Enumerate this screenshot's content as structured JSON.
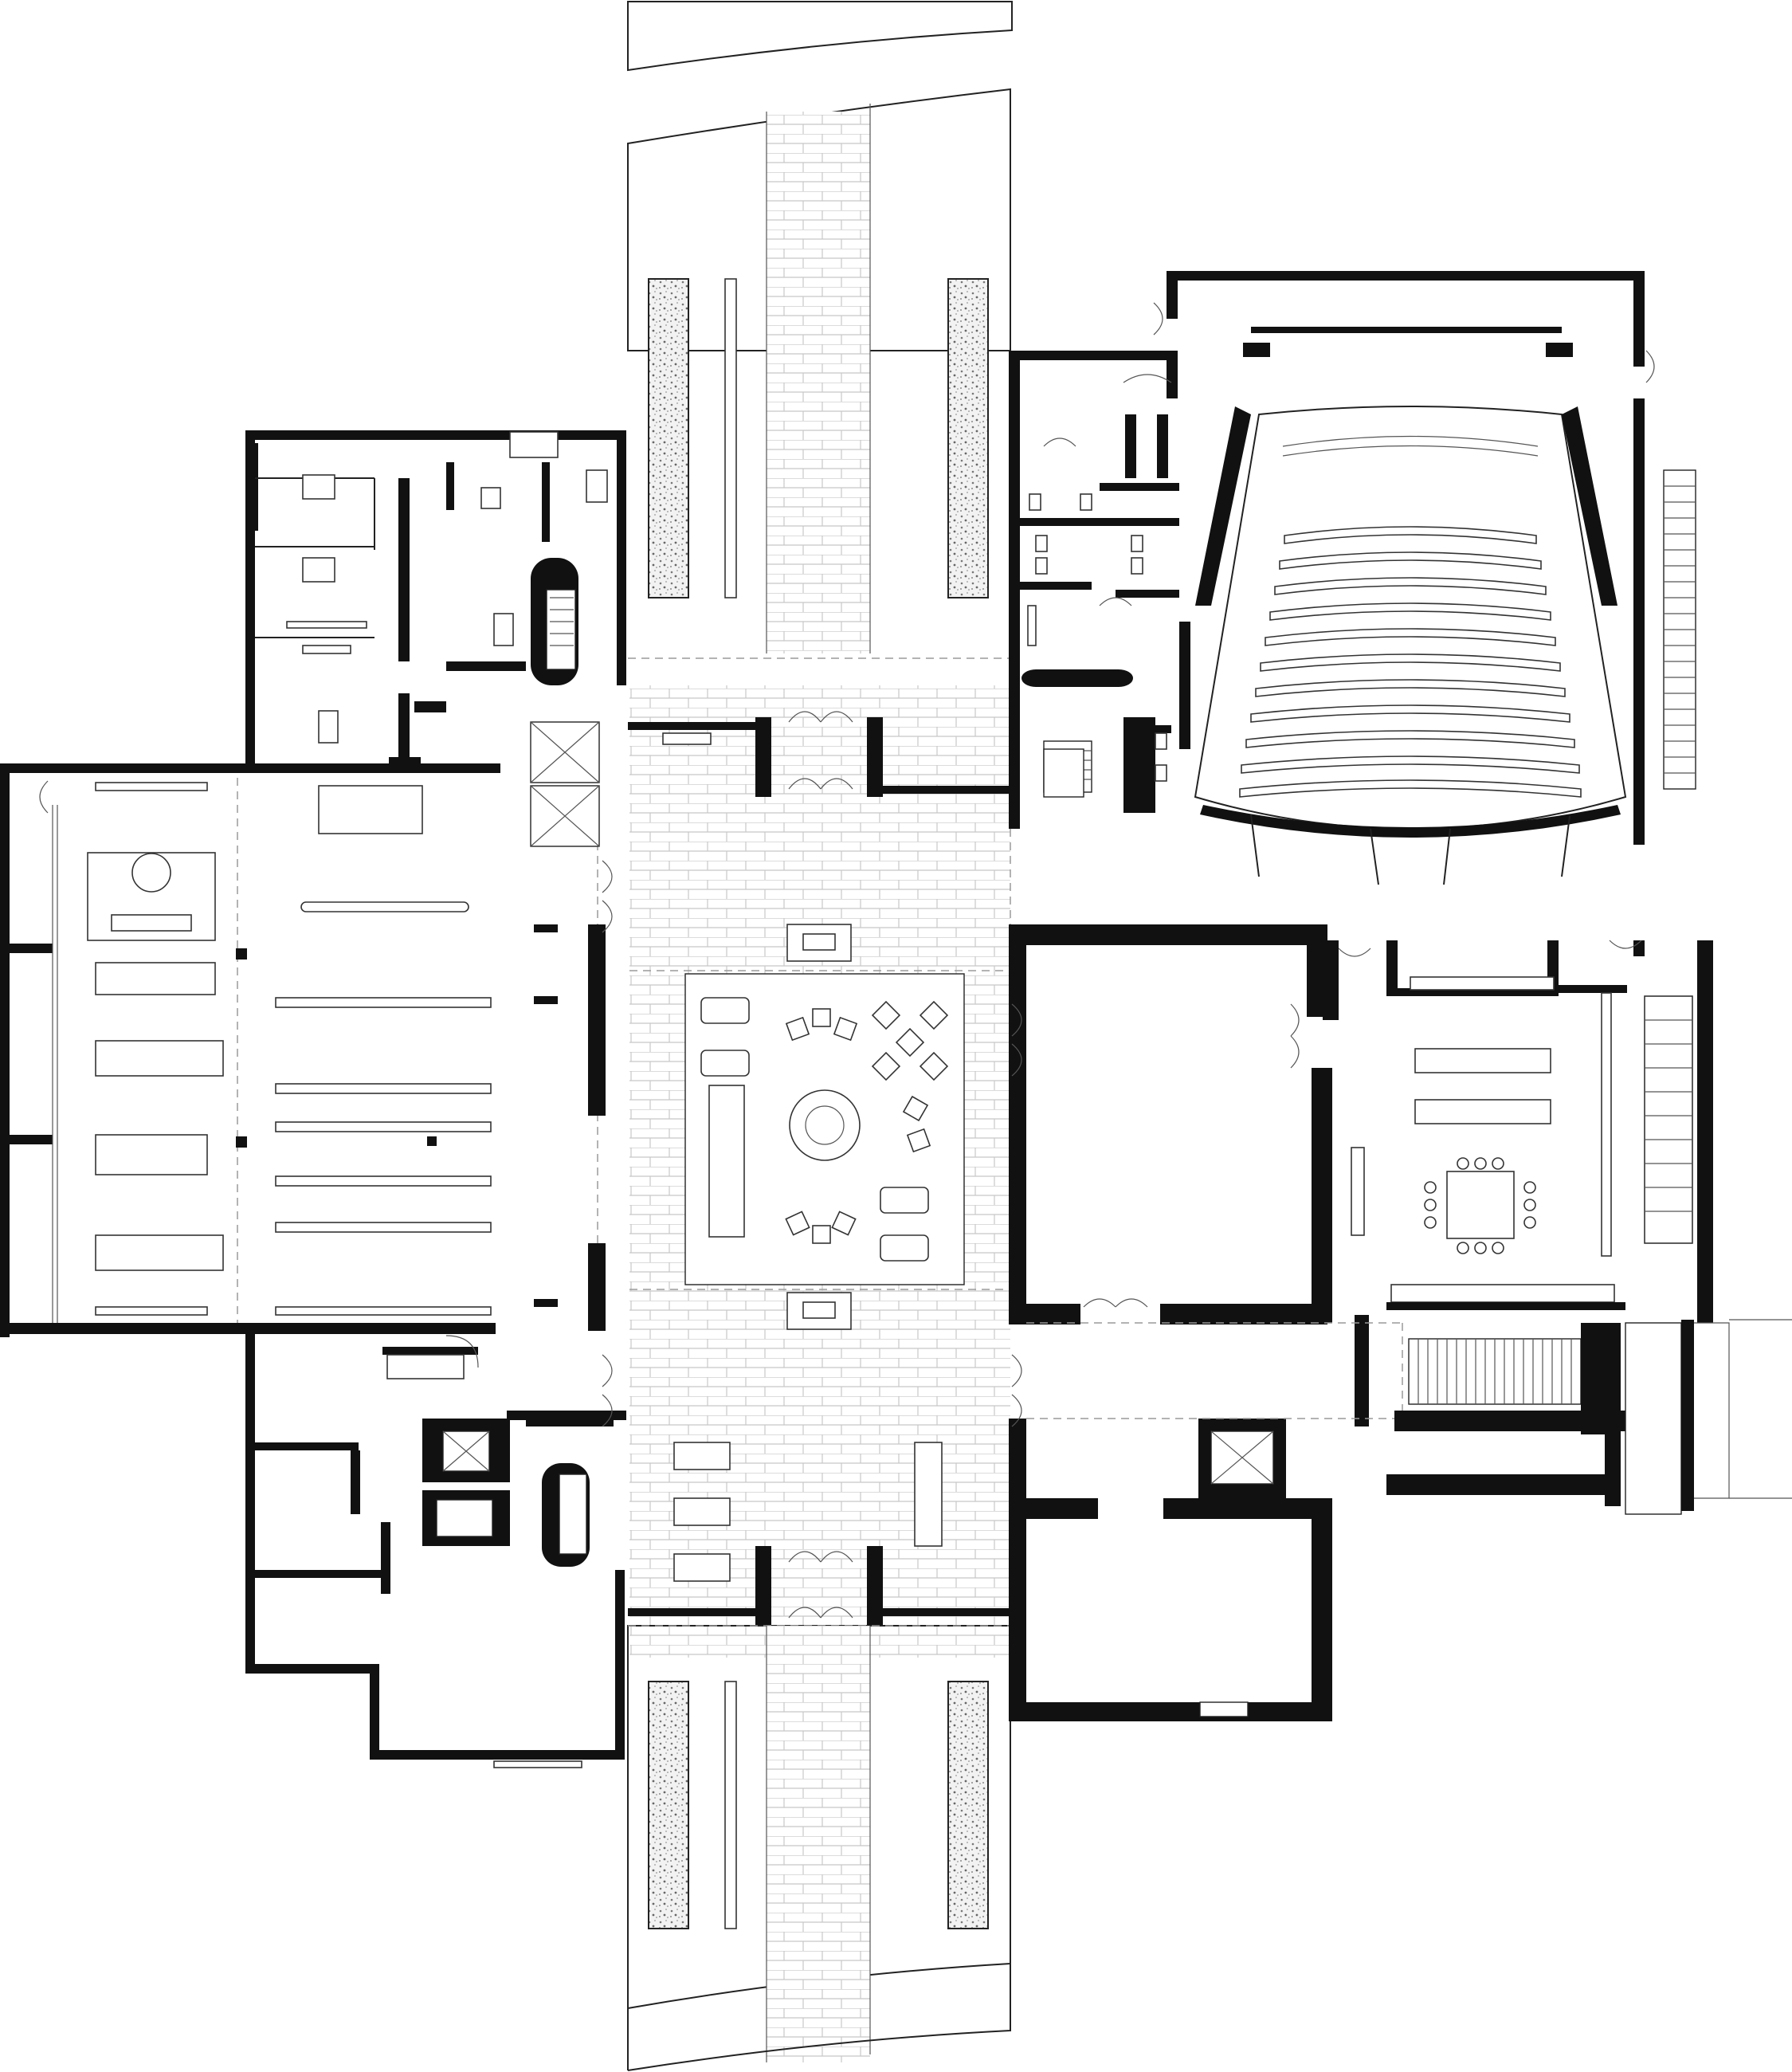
{
  "drawing": {
    "kind": "architectural floor plan",
    "text_labels": [],
    "colors": {
      "background": "#ffffff",
      "walls": "#111111",
      "linework": "#222222",
      "paving_lines": "#c8c8c8",
      "dashed_lines": "#9a9a9a"
    },
    "zones": [
      "north-promenade",
      "south-promenade",
      "central-atrium",
      "library-reading-room",
      "office-suite",
      "auditorium",
      "restroom-core",
      "meeting-room",
      "south-west-rooms",
      "east-galleries",
      "vertical-circulation"
    ]
  }
}
